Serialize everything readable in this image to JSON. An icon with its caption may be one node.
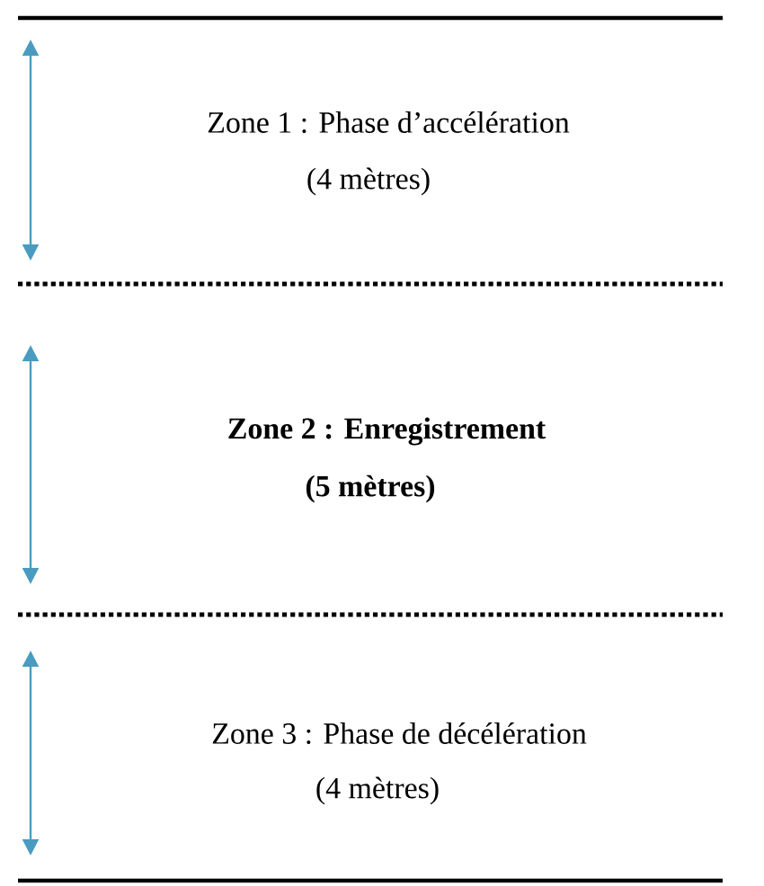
{
  "diagram": {
    "labels": [
      "Zone 1 : Phase d’accélération",
      "(4 mètres)",
      "Zone 2 : Enregistrement",
      "(5 mètres)",
      "Zone 3 : Phase de décélération",
      "(4 mètres)"
    ]
  }
}
